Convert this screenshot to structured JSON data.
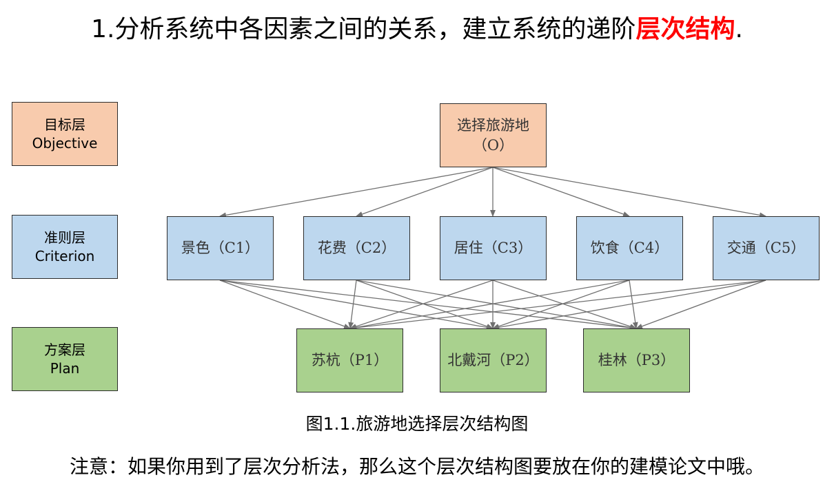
{
  "title": {
    "main": "1.分析系统中各因素之间的关系，建立系统的递阶",
    "highlight": "层次结构",
    "end": "."
  },
  "layers": [
    {
      "name": "目标层",
      "en": "Objective"
    },
    {
      "name": "准则层",
      "en": "Criterion"
    },
    {
      "name": "方案层",
      "en": "Plan"
    }
  ],
  "objective": {
    "label": "选择旅游地",
    "code": "（O）"
  },
  "criteria": [
    "景色（C1）",
    "花费（C2）",
    "居住（C3）",
    "饮食（C4）",
    "交通（C5）"
  ],
  "plans": [
    "苏杭（P1）",
    "北戴河（P2）",
    "桂林（P3）"
  ],
  "caption": "图1.1.旅游地选择层次结构图",
  "note": "注意：如果你用到了层次分析法，那么这个层次结构图要放在你的建模论文中哦。",
  "colors": {
    "objective": "#f8cbad",
    "criterion": "#bdd7ee",
    "plan": "#a9d18e",
    "highlight": "#ff0000"
  }
}
